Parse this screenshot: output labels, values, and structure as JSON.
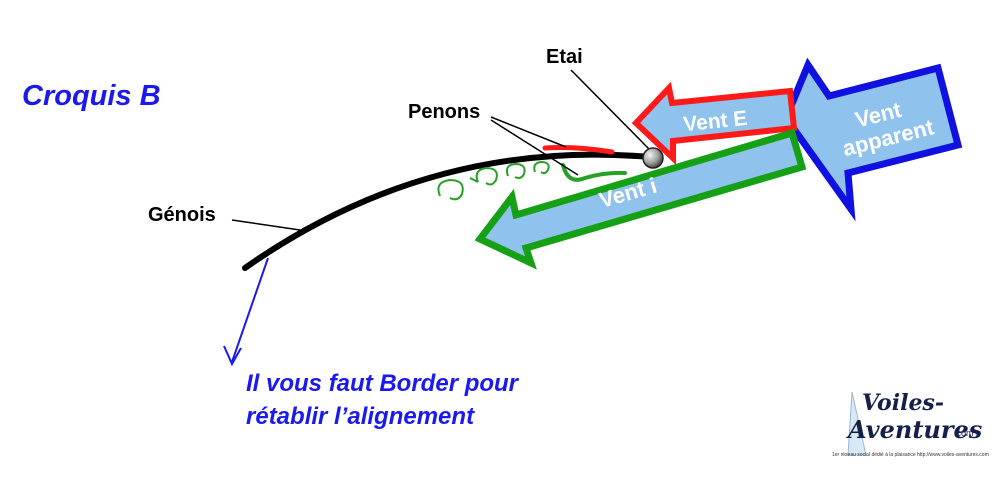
{
  "title": "Croquis B",
  "labels": {
    "etai": "Etai",
    "penons": "Penons",
    "genois": "Génois"
  },
  "arrows": {
    "vent_e": "Vent  E",
    "vent_apparent_line1": "Vent",
    "vent_apparent_line2": "apparent",
    "vent_i": "Vent  i"
  },
  "note": {
    "line1": "Il vous faut Border pour",
    "line2": "rétablir l’alignement"
  },
  "logo": {
    "line1": "Voiles-",
    "line2": "Aventures",
    "suffix": ".com",
    "tagline": "1er réseau social dédié à la plaisance   http://www.voiles-aventures.com"
  },
  "colors": {
    "blue_text": "#1a1af0",
    "arrow_fill": "#8fc3ee",
    "vent_e_border": "#ff1a1a",
    "vent_apparent_border": "#1010e0",
    "vent_i_border": "#16a016",
    "penon_red": "#ff1a1a",
    "penon_green": "#26a026"
  }
}
